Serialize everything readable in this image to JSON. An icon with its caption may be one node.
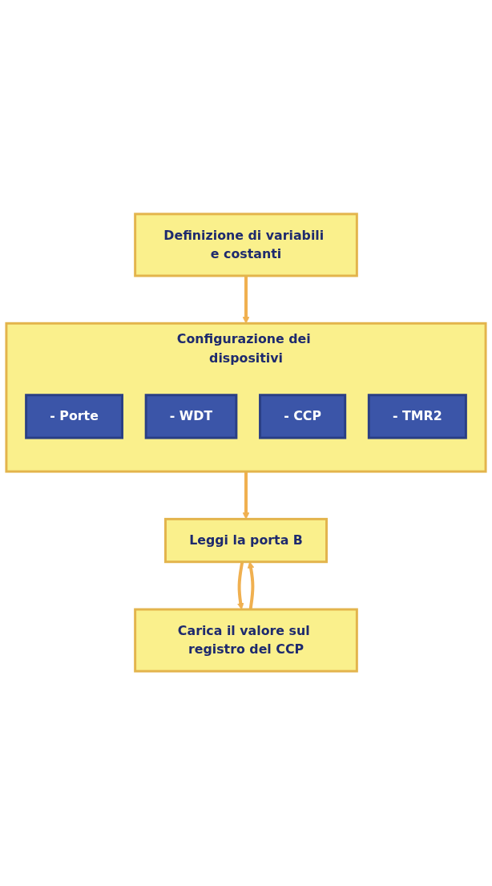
{
  "diagram": {
    "nodes": [
      {
        "text": [
          "Definizione di variabili e costanti"
        ]
      },
      {
        "text": [
          "Configurazione dei dispositivi"
        ]
      },
      {
        "text": [
          "- Porte"
        ],
        "in": 1
      },
      {
        "text": [
          "- WDT"
        ],
        "in": 1
      },
      {
        "text": [
          "- CCP"
        ],
        "in": 1
      },
      {
        "text": [
          "- TMR2"
        ],
        "in": 1
      },
      {
        "text": [
          "Leggi la porta B"
        ]
      },
      {
        "text": [
          "Carica il valore sul registro del CCP"
        ]
      }
    ],
    "edges": [
      {
        "from": 0,
        "to": 1,
        "arrow": "to"
      },
      {
        "from": 1,
        "to": 6,
        "arrow": "to"
      },
      {
        "from": 6,
        "to": 7,
        "arrow": "to"
      },
      {
        "from": 7,
        "to": 6,
        "arrow": "to"
      }
    ]
  }
}
